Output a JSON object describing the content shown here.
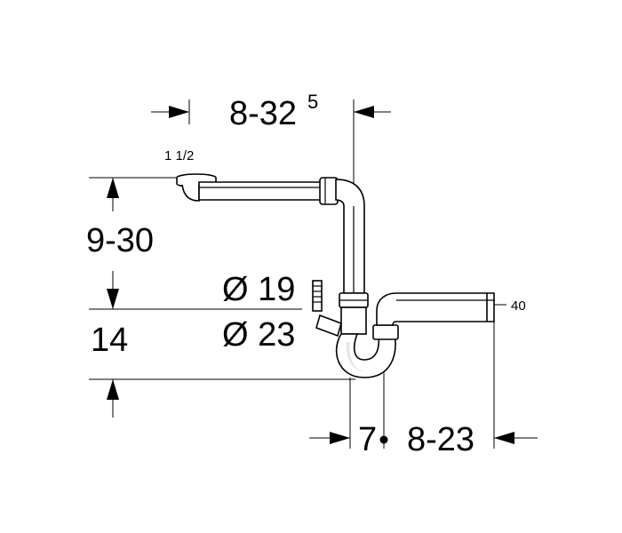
{
  "dimensions": {
    "horizontal_top": {
      "base": "8-32",
      "superscript": "5"
    },
    "inlet_thread": "1 1/2",
    "vertical_upper": "9-30",
    "vertical_lower": "14",
    "diameter_1": "Ø 19",
    "diameter_2": "Ø 23",
    "outlet_size": "40",
    "bottom_left": "7",
    "bottom_right": "8-23"
  },
  "colors": {
    "line": "#000000",
    "background": "#ffffff",
    "pipe_shade": "#e6e6e6"
  }
}
